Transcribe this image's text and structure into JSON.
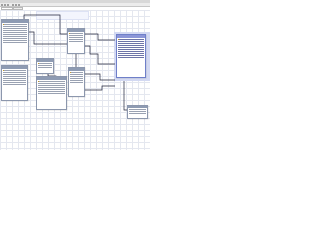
{
  "window": {
    "title": ""
  },
  "toolbar": {
    "icons": [
      "close-icon",
      "minimize-icon",
      "maximize-icon",
      "new-icon",
      "open-icon",
      "save-icon"
    ]
  },
  "tabs": [
    {
      "label": "",
      "active": true
    },
    {
      "label": "",
      "active": false
    }
  ],
  "diagram": {
    "entities": [
      {
        "id": "entity-1",
        "name": "",
        "selected": false
      },
      {
        "id": "entity-2",
        "name": "",
        "selected": false
      },
      {
        "id": "entity-3",
        "name": "",
        "selected": false
      },
      {
        "id": "entity-4",
        "name": "",
        "selected": false
      },
      {
        "id": "entity-5",
        "name": "",
        "selected": false
      },
      {
        "id": "entity-6",
        "name": "",
        "selected": false
      },
      {
        "id": "entity-7",
        "name": "",
        "selected": true
      }
    ],
    "relationships": 9
  },
  "colors": {
    "canvas": "#ffffff",
    "grid": "#e4e7ef",
    "entity_header": "#8e9bb3",
    "entity_border": "#8c97ad",
    "selected_entity_header": "#8c96d8",
    "selection_area": "#d3d9f2",
    "connector": "#20233a",
    "key_icon": "#c79a2b"
  }
}
